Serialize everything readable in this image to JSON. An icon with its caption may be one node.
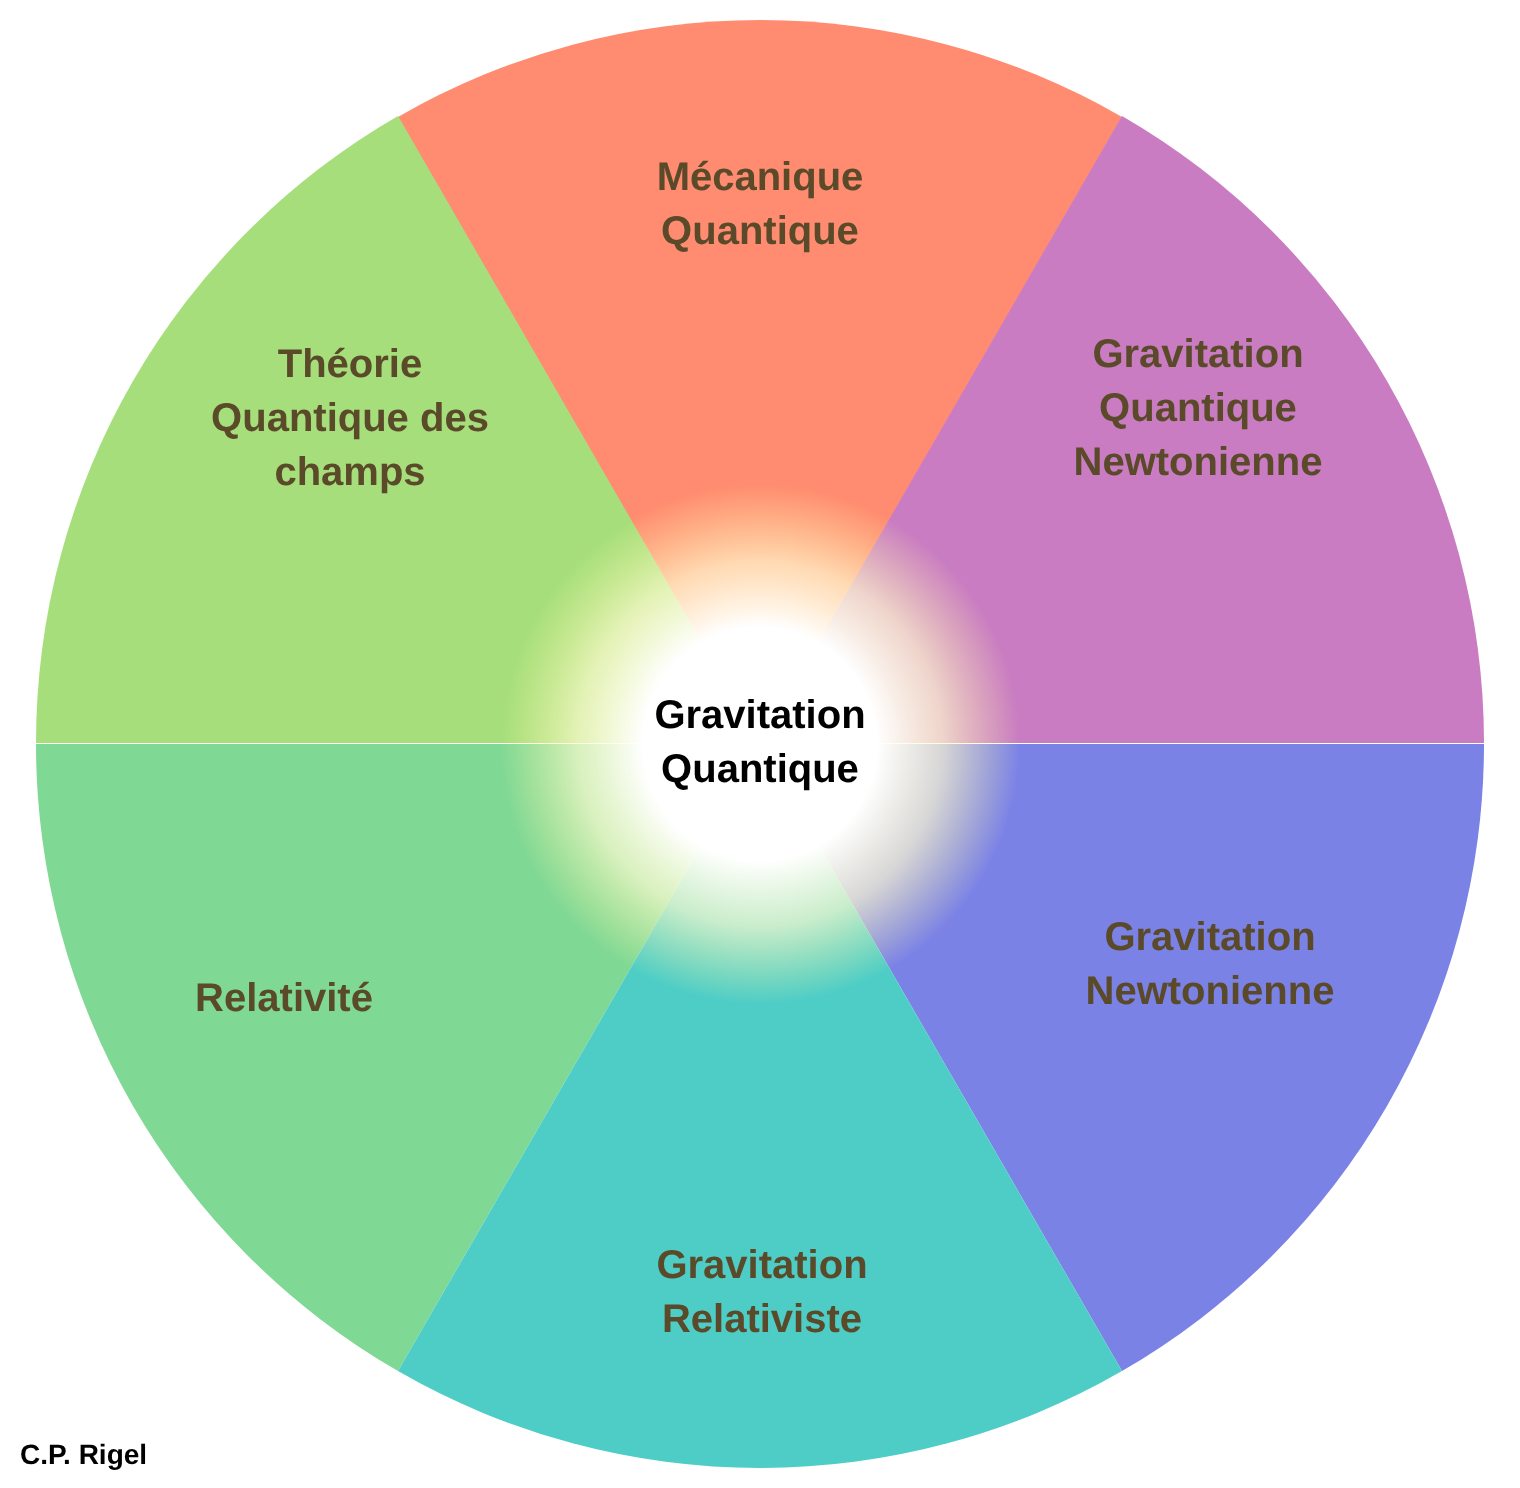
{
  "diagram": {
    "nodes": [
      {
        "text": [
          "Mécanique Quantique"
        ]
      },
      {
        "text": [
          "Théorie Quantique des champs"
        ]
      },
      {
        "text": [
          "Gravitation Quantique Newtonienne"
        ]
      },
      {
        "text": [
          "Gravitation Quantique"
        ]
      },
      {
        "text": [
          "Relativité"
        ]
      },
      {
        "text": [
          "Gravitation Newtonienne"
        ]
      },
      {
        "text": [
          "Gravitation Relativiste"
        ]
      }
    ],
    "edges": [],
    "labels": [
      "C.P. Rigel"
    ]
  }
}
